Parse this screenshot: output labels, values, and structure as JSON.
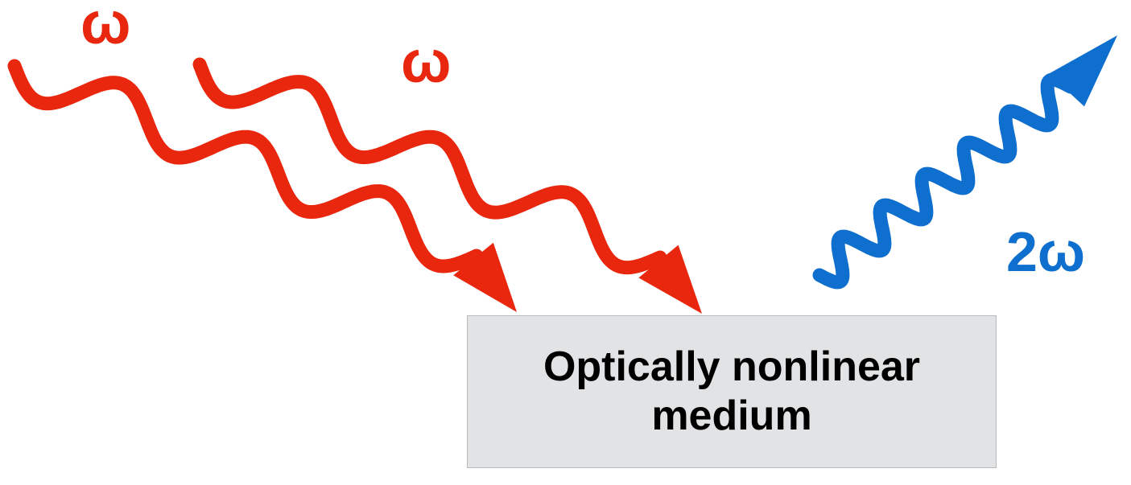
{
  "colors": {
    "incident_wave": "#e8270e",
    "output_wave": "#0f6fce",
    "medium_fill": "#e2e3e5",
    "medium_border": "#b9babc",
    "text": "#000000"
  },
  "labels": {
    "incident_1": "ω",
    "incident_2": "ω",
    "output": "2ω"
  },
  "medium": {
    "text": "Optically nonlinear medium"
  }
}
